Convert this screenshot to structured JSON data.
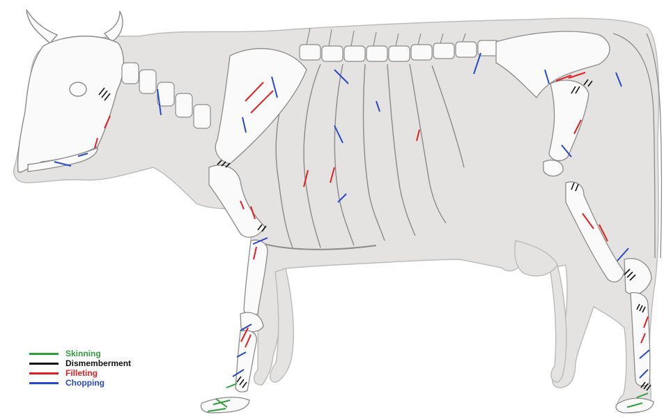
{
  "legend": {
    "items": [
      {
        "label": "Skinning",
        "color": "#2e9e3a",
        "text_color": "#2e9e3a"
      },
      {
        "label": "Dismemberment",
        "color": "#111111",
        "text_color": "#111111"
      },
      {
        "label": "Filleting",
        "color": "#e02020",
        "text_color": "#e02020"
      },
      {
        "label": "Chopping",
        "color": "#2649c8",
        "text_color": "#2649c8"
      }
    ]
  },
  "colors": {
    "body_fill": "#e4e3e2",
    "bone_fill": "#fafafa",
    "bone_stroke": "#8a8a8a"
  }
}
